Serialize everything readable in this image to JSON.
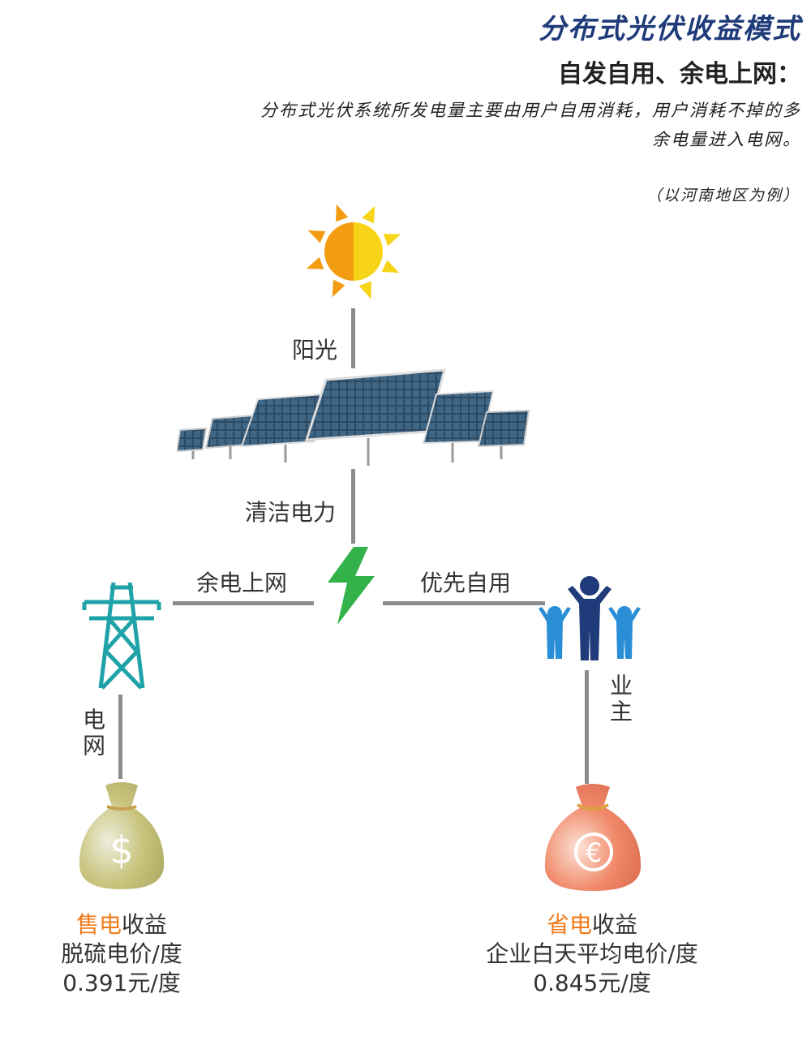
{
  "title": "分布式光伏收益模式",
  "subtitle": "自发自用、余电上网：",
  "description": "分布式光伏系统所发电量主要由用户自用消耗，用户消耗不掉的多余电量进入电网。",
  "note": "（以河南地区为例）",
  "nodes": {
    "sun_link_label": "阳光",
    "panel_link_label": "清洁电力",
    "grid_link_label": "余电上网",
    "self_use_label": "优先自用",
    "grid_down_label": "电网",
    "owner_label": "业主"
  },
  "outcomes": {
    "left": {
      "line1_highlight": "售电",
      "line1_rest": "收益",
      "line2": "脱硫电价/度",
      "line3": "0.391元/度"
    },
    "right": {
      "line1_highlight": "省电",
      "line1_rest": "收益",
      "line2": "企业白天平均电价/度",
      "line3": "0.845元/度"
    }
  },
  "colors": {
    "title": "#1f3b7a",
    "highlight": "#ef7c1b",
    "sun_orange": "#f39c12",
    "sun_yellow": "#f7d417",
    "bolt_green": "#33b24a",
    "tower_teal": "#1fa3a8",
    "people_dark": "#1f3b7a",
    "people_light": "#2a8ed6",
    "bag_left": "#c9c47e",
    "bag_right": "#f08a6a",
    "lines": "#8c8c8c"
  },
  "icons": [
    "sun-icon",
    "solar-panels-icon",
    "lightning-bolt-icon",
    "power-tower-icon",
    "people-icon",
    "dollar-bag-icon",
    "euro-bag-icon"
  ]
}
